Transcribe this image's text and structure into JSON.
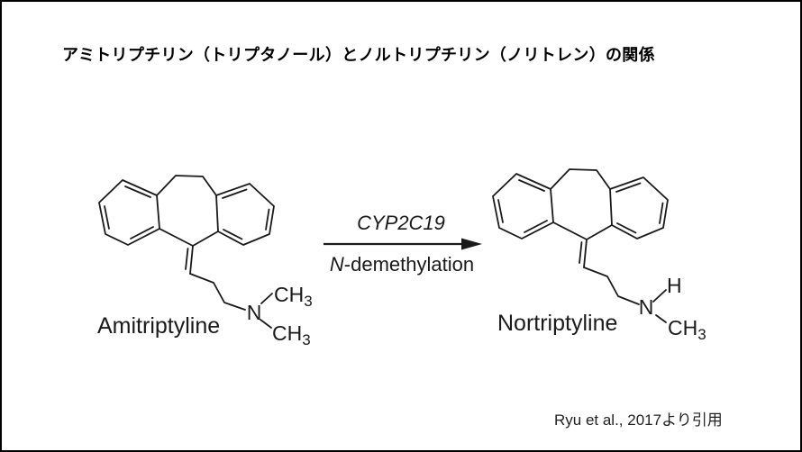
{
  "page": {
    "title": "アミトリプチリン（トリプタノール）とノルトリプチリン（ノリトレン）の関係",
    "citation": "Ryu et al., 2017より引用"
  },
  "reaction": {
    "enzyme": "CYP2C19",
    "process_italic": "N",
    "process_rest": "-demethylation"
  },
  "molecules": {
    "left": {
      "name": "Amitriptyline",
      "nitrogen": "N",
      "upper_group": {
        "main": "CH",
        "sub": "3"
      },
      "lower_group": {
        "main": "CH",
        "sub": "3"
      }
    },
    "right": {
      "name": "Nortriptyline",
      "nitrogen": "N",
      "upper_group": {
        "main": "H",
        "sub": ""
      },
      "lower_group": {
        "main": "CH",
        "sub": "3"
      }
    }
  },
  "colors": {
    "ink": "#1a1a1a",
    "background": "#ffffff",
    "border": "#000000"
  }
}
